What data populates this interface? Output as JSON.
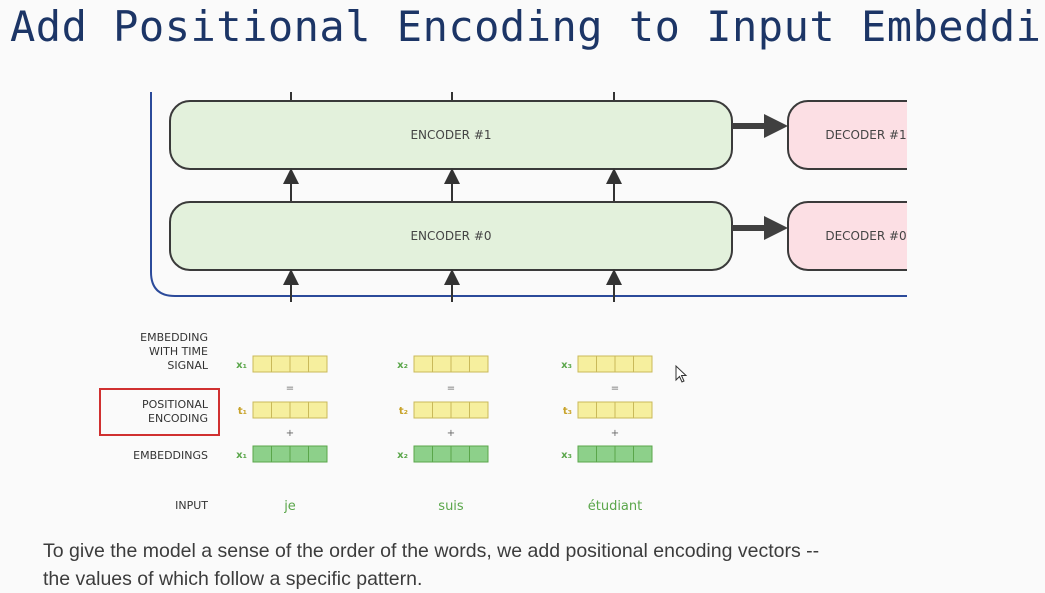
{
  "title": "Add Positional Encoding to Input Embedding",
  "encoders": [
    {
      "label": "ENCODER #1"
    },
    {
      "label": "ENCODER #0"
    }
  ],
  "decoders": [
    {
      "label": "DECODER #1"
    },
    {
      "label": "DECODER #0"
    }
  ],
  "row_labels": {
    "embedding_time_signal": [
      "EMBEDDING",
      "WITH TIME",
      "SIGNAL"
    ],
    "positional_encoding": [
      "POSITIONAL",
      "ENCODING"
    ],
    "embeddings": "EMBEDDINGS",
    "input": "INPUT"
  },
  "symbols": {
    "equals": "=",
    "plus": "+"
  },
  "columns": [
    {
      "word": "je",
      "x_label": "x₁",
      "t_label": "t₁",
      "e_label": "x₁"
    },
    {
      "word": "suis",
      "x_label": "x₂",
      "t_label": "t₂",
      "e_label": "x₂"
    },
    {
      "word": "étudiant",
      "x_label": "x₃",
      "t_label": "t₃",
      "e_label": "x₃"
    }
  ],
  "caption": {
    "line1": "To give the model a sense of the order of the words, we add positional encoding vectors --",
    "line2": "the values of which follow a specific pattern."
  },
  "colors": {
    "title": "#1c3566",
    "encoder_fill": "#e3f1dc",
    "decoder_fill": "#fcdfe4",
    "box_stroke": "#3a3a3a",
    "frame": "#2b4a9a",
    "yellow_cell": "#f6ef9e",
    "yellow_stroke": "#c9b95a",
    "green_cell": "#8dd08a",
    "green_stroke": "#5aa64a",
    "highlight": "#d03030",
    "label_yellow": "#c8a32a",
    "label_green": "#5aa64a"
  }
}
